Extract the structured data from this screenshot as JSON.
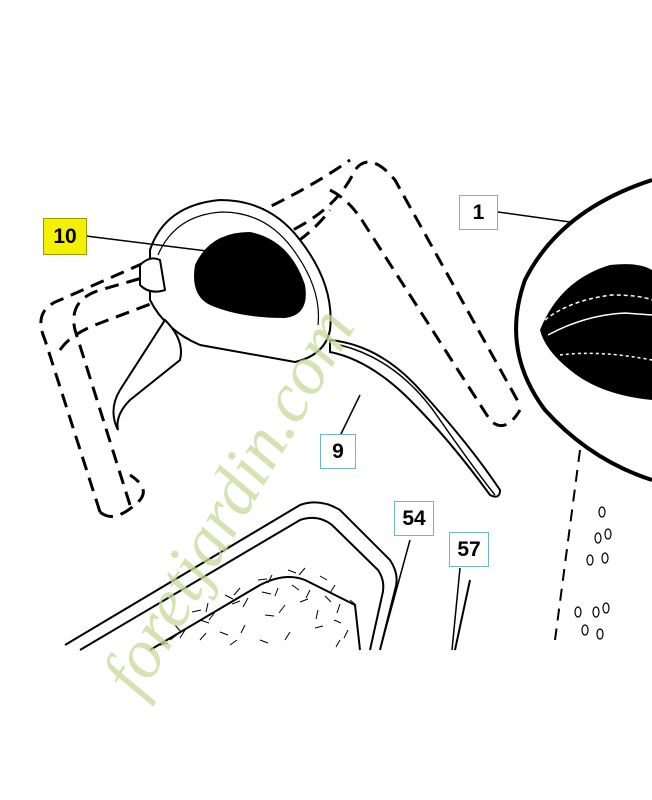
{
  "callouts": [
    {
      "id": "10",
      "label": "10",
      "highlighted": true
    },
    {
      "id": "1",
      "label": "1",
      "highlighted": false
    },
    {
      "id": "9",
      "label": "9",
      "highlighted": false
    },
    {
      "id": "54",
      "label": "54",
      "highlighted": false
    },
    {
      "id": "57",
      "label": "57",
      "highlighted": false
    }
  ],
  "watermark": {
    "text": "foretjardin.com",
    "color": "#c9d89a",
    "accent_color": "#f2b76a"
  },
  "colors": {
    "highlight": "#f4f100",
    "box_border": "#6fb6c8",
    "line": "#000000"
  }
}
